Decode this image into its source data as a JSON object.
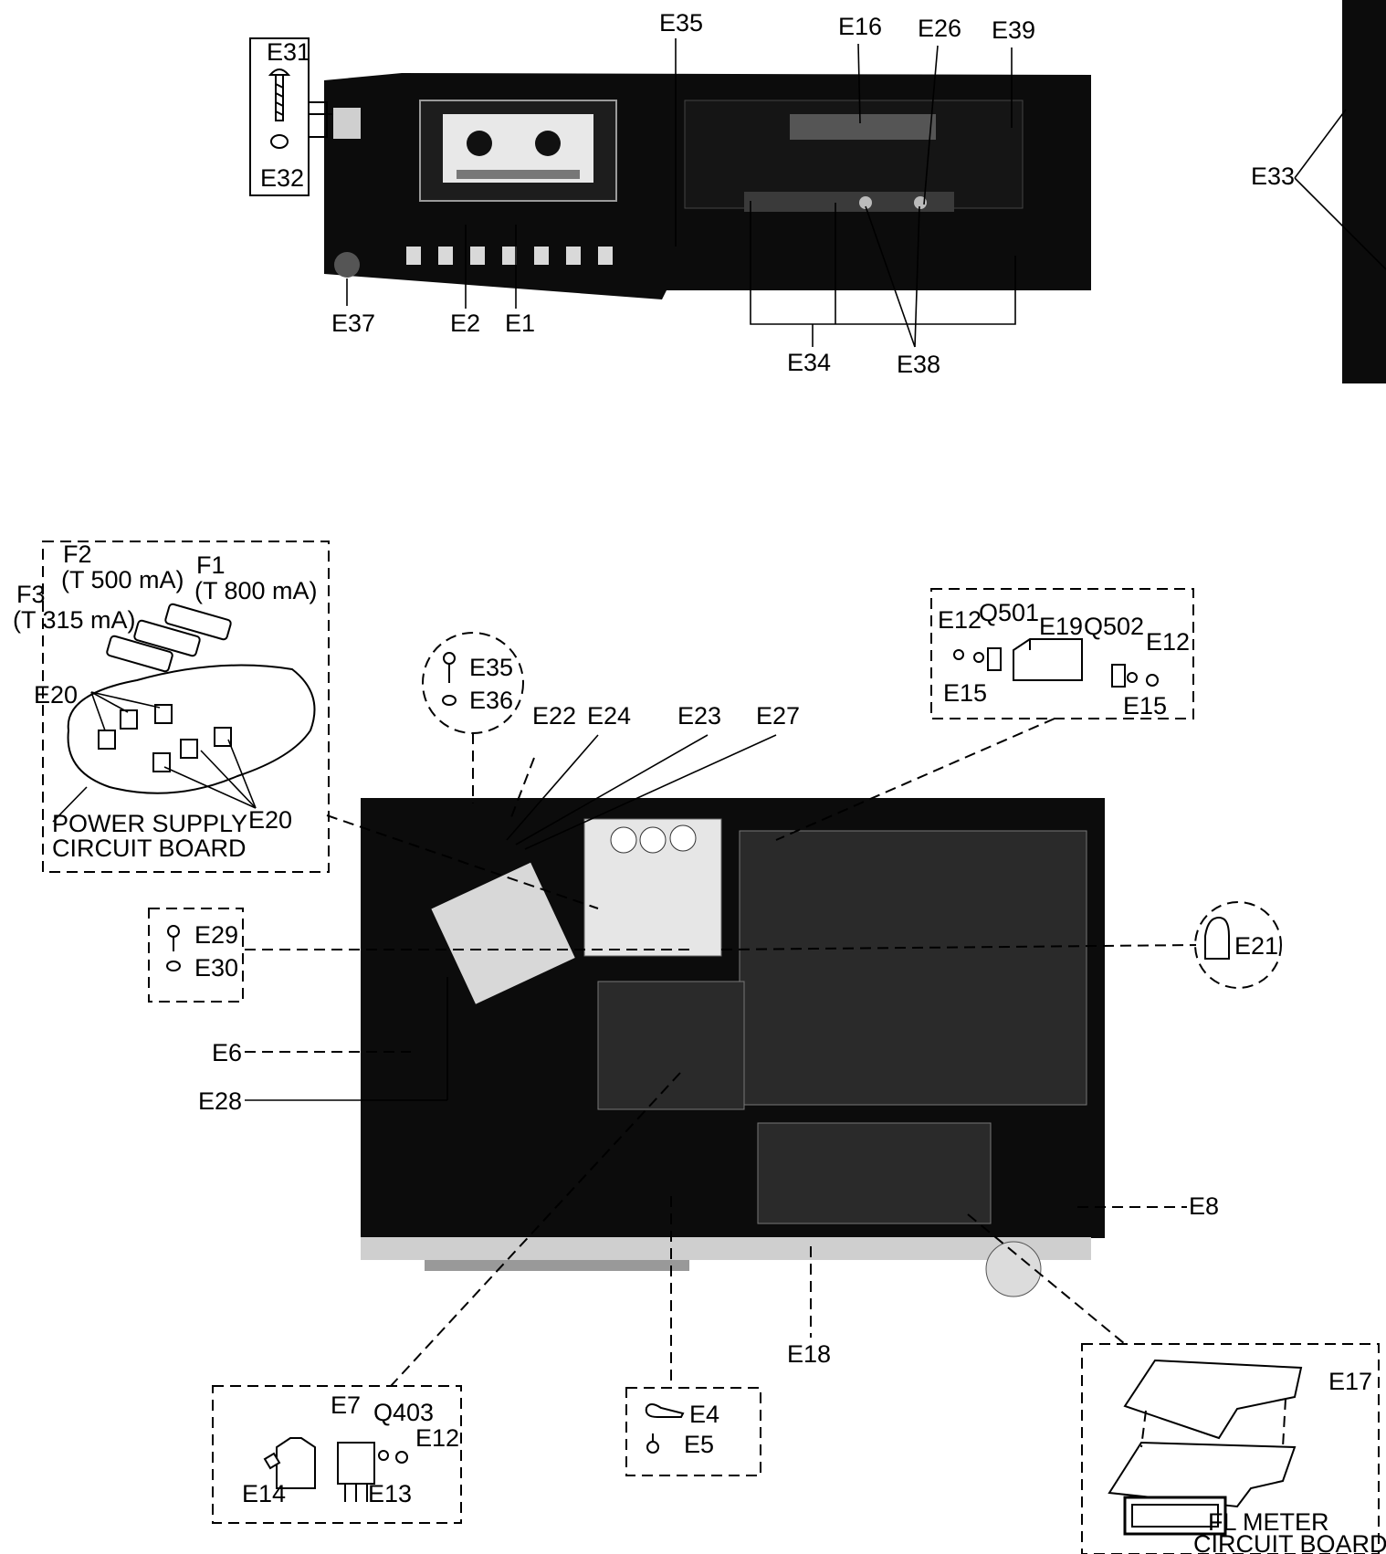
{
  "labels": {
    "E31": "E31",
    "E32": "E32",
    "E37": "E37",
    "E2": "E2",
    "E1": "E1",
    "E35_top": "E35",
    "E16": "E16",
    "E26": "E26",
    "E39": "E39",
    "E34": "E34",
    "E38": "E38",
    "E33": "E33",
    "F2": "F2",
    "F2_rating": "(T 500 mA)",
    "F1": "F1",
    "F1_rating": "(T 800 mA)",
    "F3": "F3",
    "F3_rating": "(T 315 mA)",
    "E20_a": "E20",
    "E20_b": "E20",
    "psu_line1": "POWER SUPPLY",
    "psu_line2": "CIRCUIT BOARD",
    "E35": "E35",
    "E36": "E36",
    "E22": "E22",
    "E24": "E24",
    "E23": "E23",
    "E27": "E27",
    "E12_a": "E12",
    "Q501": "Q501",
    "E19": "E19",
    "Q502": "Q502",
    "E12_b": "E12",
    "E15_a": "E15",
    "E15_b": "E15",
    "E29": "E29",
    "E30": "E30",
    "E21": "E21",
    "E6": "E6",
    "E28": "E28",
    "E8": "E8",
    "E18": "E18",
    "E7": "E7",
    "Q403": "Q403",
    "E12_c": "E12",
    "E14": "E14",
    "E13": "E13",
    "E4": "E4",
    "E5": "E5",
    "E17": "E17",
    "fl_line1": "FL METER",
    "fl_line2": "CIRCUIT BOARD"
  }
}
